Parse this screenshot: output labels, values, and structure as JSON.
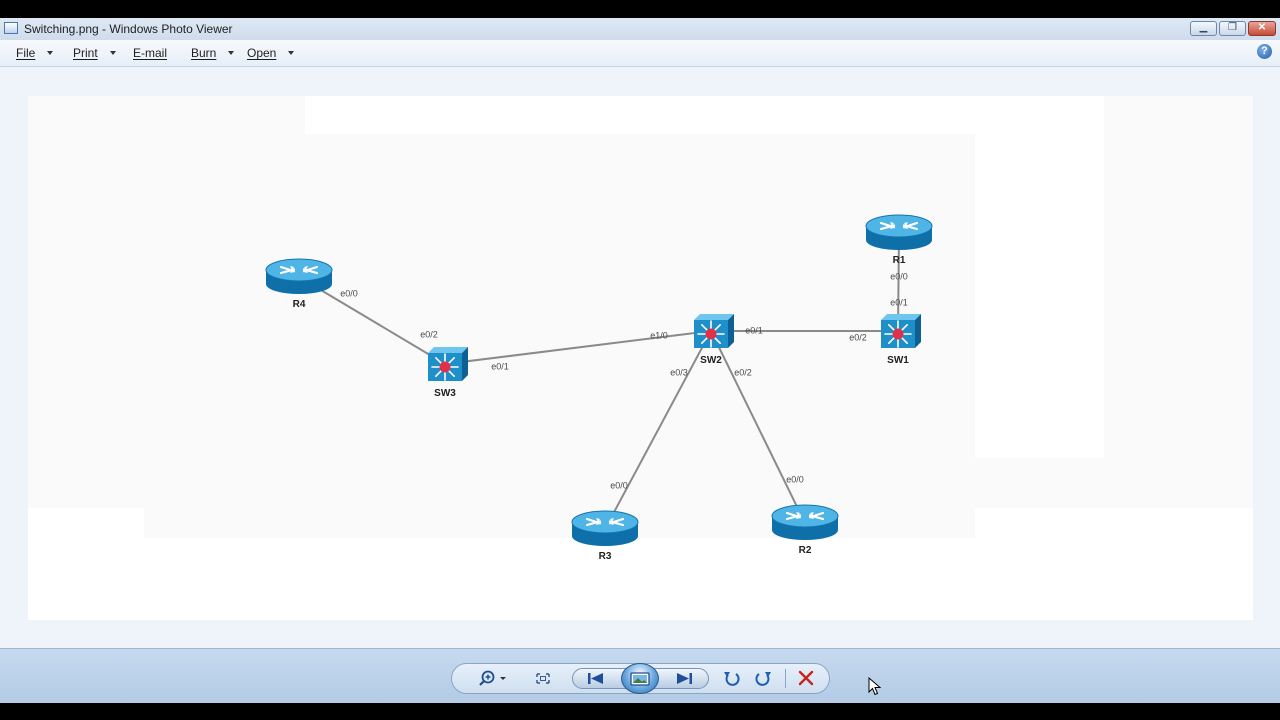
{
  "window": {
    "title": "Switching.png - Windows Photo Viewer",
    "min_glyph": "▁",
    "max_glyph": "❐",
    "close_glyph": "✕"
  },
  "menu": [
    {
      "label": "File"
    },
    {
      "label": "Print"
    },
    {
      "label": "E-mail"
    },
    {
      "label": "Burn"
    },
    {
      "label": "Open"
    }
  ],
  "help_glyph": "?",
  "diagram": {
    "devices": [
      {
        "id": "R1",
        "label": "R1",
        "kind": "router"
      },
      {
        "id": "R2",
        "label": "R2",
        "kind": "router"
      },
      {
        "id": "R3",
        "label": "R3",
        "kind": "router"
      },
      {
        "id": "R4",
        "label": "R4",
        "kind": "router"
      },
      {
        "id": "SW1",
        "label": "SW1",
        "kind": "switch"
      },
      {
        "id": "SW2",
        "label": "SW2",
        "kind": "switch"
      },
      {
        "id": "SW3",
        "label": "SW3",
        "kind": "switch"
      }
    ],
    "links": [
      {
        "a": "R4",
        "b": "SW3",
        "a_port": "e0/0",
        "b_port": "e0/2"
      },
      {
        "a": "SW3",
        "b": "SW2",
        "a_port": "e0/1",
        "b_port": "e1/0"
      },
      {
        "a": "SW2",
        "b": "SW1",
        "a_port": "e0/1",
        "b_port": "e0/2"
      },
      {
        "a": "R1",
        "b": "SW1",
        "a_port": "e0/0",
        "b_port": "e0/1"
      },
      {
        "a": "SW2",
        "b": "R3",
        "a_port": "e0/3",
        "b_port": "e0/0"
      },
      {
        "a": "SW2",
        "b": "R2",
        "a_port": "e0/2",
        "b_port": "e0/0"
      }
    ]
  },
  "colors": {
    "device_blue": "#1f8fc9",
    "device_top": "#4fb4e6",
    "switch_core": "#e0314b",
    "link": "#8a8a8a",
    "delete_red": "#c8231d"
  },
  "toolbar": {
    "buttons": [
      {
        "name": "zoom",
        "icon": "magnifier-plus-icon"
      },
      {
        "name": "actual-size",
        "icon": "actual-size-icon"
      },
      {
        "name": "previous",
        "icon": "previous-icon"
      },
      {
        "name": "slideshow",
        "icon": "slideshow-icon"
      },
      {
        "name": "next",
        "icon": "next-icon"
      },
      {
        "name": "rotate-counterclockwise",
        "icon": "rotate-ccw-icon"
      },
      {
        "name": "rotate-clockwise",
        "icon": "rotate-cw-icon"
      },
      {
        "name": "delete",
        "icon": "delete-x-icon"
      }
    ]
  }
}
